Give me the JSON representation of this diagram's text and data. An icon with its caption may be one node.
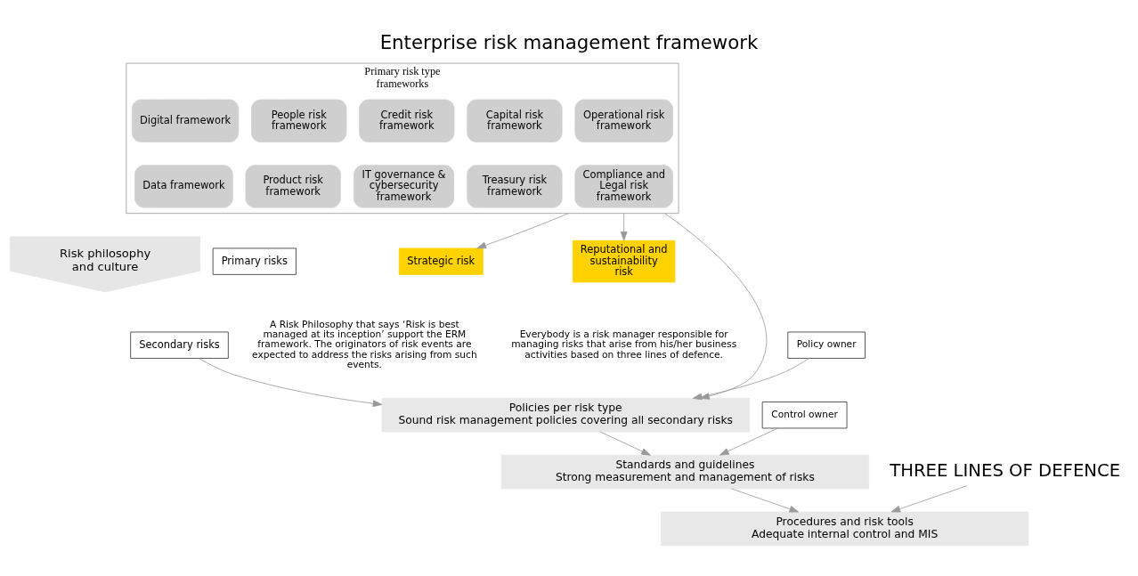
{
  "diagram": {
    "title": "Enterprise risk management framework",
    "nodes": [
      {
        "text": [
          "Risk philosophy and culture"
        ]
      },
      {
        "text": [
          "Primary risks"
        ]
      },
      {
        "text": [
          "Secondary risks"
        ]
      },
      {
        "text": [
          "Strategic risk"
        ]
      },
      {
        "text": [
          "Primary risk type frameworks"
        ]
      },
      {
        "text": [
          "Operational risk framework"
        ],
        "in": 4
      },
      {
        "text": [
          "Capital risk framework"
        ],
        "in": 4
      },
      {
        "text": [
          "Credit risk framework"
        ],
        "in": 4
      },
      {
        "text": [
          "People risk framework"
        ],
        "in": 4
      },
      {
        "text": [
          "Digital framework"
        ],
        "in": 4
      },
      {
        "text": [
          "Compliance and Legal risk framework"
        ],
        "in": 4
      },
      {
        "text": [
          "Treasury risk framework"
        ],
        "in": 4
      },
      {
        "text": [
          "IT governance & cybersecurity framework"
        ],
        "in": 4
      },
      {
        "text": [
          "Product risk framework"
        ],
        "in": 4
      },
      {
        "text": [
          "Data framework"
        ],
        "in": 4
      },
      {
        "text": [
          "Reputational and sustainability risk"
        ]
      },
      {
        "text": [
          "Policies per risk type",
          "Sound risk management policies covering all secondary risks"
        ]
      },
      {
        "text": [
          "Standards and guidelines",
          "Strong measurement and management of risks"
        ]
      },
      {
        "text": [
          "Procedures and risk tools",
          "Adequate internal control and MIS"
        ]
      },
      {
        "text": [
          "Policy owner"
        ]
      },
      {
        "text": [
          "Control owner"
        ]
      },
      {
        "text": [
          "THREE LINES OF DEFENCE"
        ]
      }
    ],
    "edges": [
      {
        "from": 4,
        "to": 3,
        "arrow": "to"
      },
      {
        "from": 4,
        "to": 15,
        "arrow": "to"
      },
      {
        "from": 4,
        "to": 16,
        "arrow": "to"
      },
      {
        "from": 2,
        "to": 16,
        "arrow": "to"
      },
      {
        "from": 16,
        "to": 17,
        "arrow": "to"
      },
      {
        "from": 17,
        "to": 18,
        "arrow": "to"
      },
      {
        "from": 21,
        "to": 18,
        "arrow": "to"
      },
      {
        "from": 19,
        "to": 16,
        "arrow": "to"
      },
      {
        "from": 20,
        "to": 17,
        "arrow": "to"
      }
    ],
    "labels": [
      "A Risk Philosophy that says ‘Risk is best managed at its inception’ support the ERM framework. The originators of risk events are expected to address the risks arising from such events.",
      "Everybody is a risk manager responsible for managing risks that arise from his/her business activities based on three lines of defence."
    ]
  }
}
